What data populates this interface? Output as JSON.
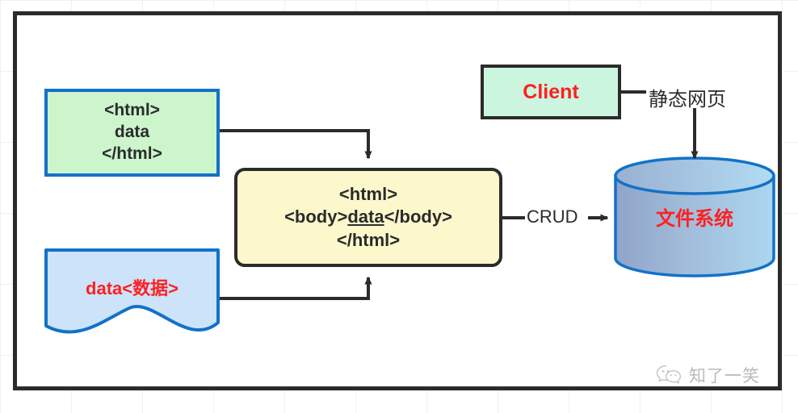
{
  "diagram": {
    "title": "static-web-page-file-system-flow",
    "colors": {
      "frame_border": "#2b2b2b",
      "green_fill": "#ccf5cc",
      "blue_border": "#1272c8",
      "yellow_fill": "#fcf8cc",
      "mint_fill": "#ccf5e0",
      "wave_fill": "#cce3fa",
      "cylinder_left": "#93a8cc",
      "cylinder_right": "#a8d4ec",
      "red_text": "#ff2020",
      "dark_text": "#2b2b2b"
    },
    "nodes": {
      "green_html_box": {
        "name": "html-data-source-box",
        "lines": [
          "<html>",
          "data",
          "</html>"
        ]
      },
      "wave_data_box": {
        "name": "data-document-shape",
        "text": "data<数据>"
      },
      "yellow_html_box": {
        "name": "merged-html-box",
        "line1": "<html>",
        "line2_prefix": "<body>",
        "line2_underlined": "data",
        "line2_suffix": "</body>",
        "line3": "</html>"
      },
      "client_box": {
        "name": "client-box",
        "text": "Client"
      },
      "file_system_cylinder": {
        "name": "file-system-cylinder",
        "text": "文件系统"
      }
    },
    "edges": {
      "green_to_yellow": {
        "name": "edge-html-to-merged",
        "label": ""
      },
      "wave_to_yellow": {
        "name": "edge-data-to-merged",
        "label": ""
      },
      "yellow_to_cylinder": {
        "name": "edge-merged-to-filesystem",
        "label": "CRUD"
      },
      "client_to_cylinder": {
        "name": "edge-client-to-filesystem",
        "label": "静态网页"
      }
    },
    "watermark": {
      "icon": "wechat-icon",
      "text": "知了一笑"
    }
  }
}
